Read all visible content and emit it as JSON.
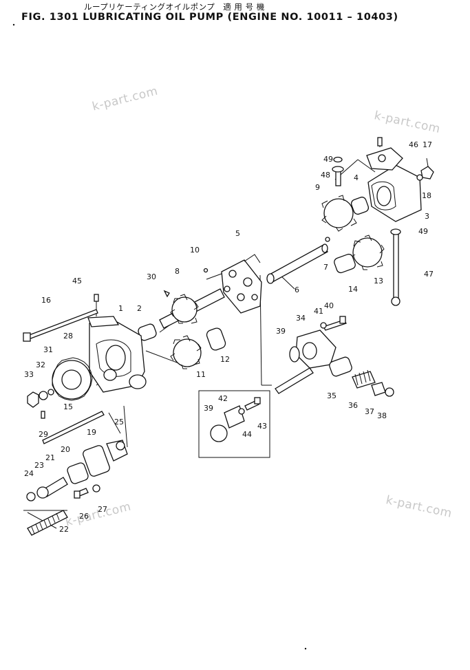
{
  "header": {
    "japanese_title": "ループリケーティングオイルポンプ　適 用 号 機",
    "figure_title": "FIG. 1301  LUBRICATING OIL PUMP (ENGINE NO. 10011 – 10403)"
  },
  "watermarks": [
    "k-part.com",
    "k-part.com",
    "k-part.com",
    "k-part.com"
  ],
  "part_labels": {
    "p1": "1",
    "p2": "2",
    "p3": "3",
    "p4": "4",
    "p5": "5",
    "p6": "6",
    "p7": "7",
    "p8": "8",
    "p9": "9",
    "p10": "10",
    "p11": "11",
    "p12": "12",
    "p13": "13",
    "p14": "14",
    "p15": "15",
    "p16": "16",
    "p17": "17",
    "p18": "18",
    "p19": "19",
    "p20": "20",
    "p21": "21",
    "p22": "22",
    "p23": "23",
    "p24": "24",
    "p25": "25",
    "p26": "26",
    "p27": "27",
    "p28": "28",
    "p29": "29",
    "p30": "30",
    "p31": "31",
    "p32": "32",
    "p33": "33",
    "p34": "34",
    "p35": "35",
    "p36": "36",
    "p37": "37",
    "p38": "38",
    "p39a": "39",
    "p39b": "39",
    "p40": "40",
    "p41": "41",
    "p42": "42",
    "p43": "43",
    "p44": "44",
    "p45": "45",
    "p46": "46",
    "p47": "47",
    "p48": "48",
    "p49a": "49",
    "p49b": "49"
  }
}
